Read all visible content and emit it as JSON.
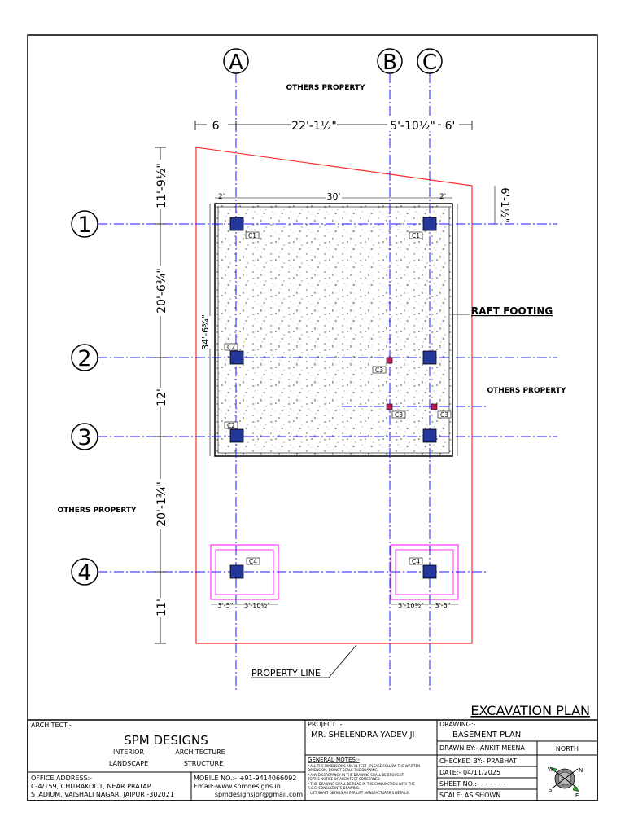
{
  "grid": {
    "cols": [
      "A",
      "B",
      "C"
    ],
    "rows": [
      "1",
      "2",
      "3",
      "4"
    ]
  },
  "labels": {
    "others_top": "OTHERS PROPERTY",
    "others_right": "OTHERS PROPERTY",
    "others_left": "OTHERS PROPERTY",
    "raft_footing": "RAFT FOOTING",
    "property_line": "PROPERTY LINE"
  },
  "dims": {
    "top": [
      "6'",
      "22'-1½\"",
      "5'-10½\"",
      "6'"
    ],
    "left": [
      "11'-9½\"",
      "20'-6¾\"",
      "12'",
      "20'-1¾\"",
      "11'"
    ],
    "raft_width": "30'",
    "raft_depth": "34'-6¾\"",
    "right_offset": "6'-1½\"",
    "edge_small": "2'",
    "pit_dims": [
      "3'-5\"",
      "3'-10½\"",
      "3'-10½\"",
      "3'-5\""
    ]
  },
  "columns": [
    "C1",
    "C1",
    "C2",
    "C2",
    "C3",
    "C3",
    "C3",
    "C4",
    "C4"
  ],
  "title_block": {
    "heading": "EXCAVATION PLAN",
    "architect_label": "ARCHITECT:-",
    "firm": "SPM DESIGNS",
    "services": [
      "INTERIOR",
      "ARCHITECTURE",
      "LANDSCAPE",
      "STRUCTURE"
    ],
    "office_label": "OFFICE ADDRESS:-",
    "office_line1": "C-4/159, CHITRAKOOT,  NEAR PRATAP",
    "office_line2": "STADIUM,  VAISHALI NAGAR,  JAIPUR -302021",
    "mobile": "MOBILE NO.:- +91-9414066092",
    "email": "Email:-www.spmdesigns.in",
    "email2": "spmdesignsjpr@gmail.com",
    "project_label": "PROJECT :-",
    "project_name": "MR. SHELENDRA YADEV JI",
    "notes_label": "GENERAL NOTES:-",
    "notes": [
      "* ALL THE DIMENSIONS ARE IN FEET , PLEASE FOLLOW THE WRITTEN",
      "DIMENSION, DO NOT SCALE THE DRAWING.",
      "* ANY DISCREPANCY IN THE DRAWING SHALL BE BROUGHT",
      "TO THE NOTICE OF ARCHITECT CONCERNED.",
      "* THIS DRAWING SHALL BE READ IN THE CONJUNCTION WITH THE",
      "R.C.C. CONSULTANTS DRAWING.",
      "* LIFT SHAFT DETAILS AS PER LIFT MANUFACTURER'S DETAILS."
    ],
    "drawing_label": "DRAWING:-",
    "drawing_name": "BASEMENT  PLAN",
    "drawn_by": "DRAWN BY:- ANKIT MEENA",
    "north": "NORTH",
    "checked_by": "CHECKED BY:- PRABHAT",
    "date": "DATE:- 04/11/2025",
    "sheet_no": "SHEET NO.:- - - - - - -",
    "scale": "SCALE: AS SHOWN",
    "compass": [
      "N",
      "S",
      "W",
      "E"
    ]
  },
  "colors": {
    "grid": "#1a1aff",
    "property": "#ff2a2a",
    "pit": "#ff33ff",
    "column": "#23379a",
    "small_col": "#c0205a"
  }
}
